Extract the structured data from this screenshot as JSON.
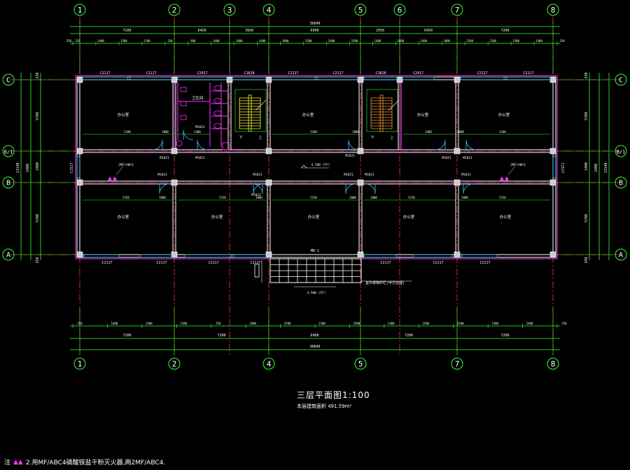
{
  "drawing": {
    "title": "三层平面图1:100",
    "area_note": "本层建筑面积 491.59m²",
    "footnote_prefix": "注",
    "footnote_text": "2.用MF/ABC4磷酸铵盐干粉灭火器,两2MF/ABC4.",
    "outlet_note": "室外楼梯护栏(甲方自理)",
    "overall_dim": "36840"
  },
  "axes": {
    "top": [
      "1",
      "2",
      "3",
      "4",
      "5",
      "6",
      "7",
      "8"
    ],
    "bottom": [
      "1",
      "2",
      "4",
      "5",
      "7",
      "8"
    ],
    "left": [
      "C",
      "B/1",
      "B",
      "A"
    ],
    "right": [
      "C",
      "B/1",
      "B",
      "A"
    ]
  },
  "dims_top": {
    "bays": [
      "7200",
      "6450",
      "3950",
      "6900",
      "2950",
      "6450",
      "7200"
    ],
    "detail": [
      "250",
      "1400",
      "1500",
      "2100",
      "250",
      "900",
      "1400",
      "1000",
      "1400",
      "1000",
      "1500",
      "2400",
      "1500",
      "1400",
      "1000",
      "1400",
      "1000",
      "1500",
      "2100",
      "1500",
      "1400",
      "250"
    ]
  },
  "dims_bottom": {
    "bays": [
      "7200",
      "7200",
      "6900",
      "7200",
      "7200"
    ],
    "detail": [
      "250",
      "1400",
      "1500",
      "2100",
      "250",
      "1400",
      "1500",
      "2100",
      "1500",
      "2400",
      "1500",
      "2100",
      "1500",
      "1400",
      "250"
    ]
  },
  "dims_side": [
    "250",
    "5700",
    "2400",
    "5700",
    "250",
    "13140",
    "2400"
  ],
  "windows_top": [
    "C2117",
    "C2117",
    "C2417",
    "C1818",
    "C2117",
    "C2117",
    "C1818",
    "C2417",
    "C2117",
    "C2117"
  ],
  "windows_bottom": [
    "C2117",
    "C2117",
    "C2117",
    "C2117",
    "C2117",
    "C2117",
    "C2117"
  ],
  "side_windows": [
    "C1517",
    "C1517"
  ],
  "doors": [
    "M1021",
    "M1021",
    "M1021",
    "M1021",
    "M1021",
    "M1021",
    "M1021",
    "M1021",
    "M1021",
    "M1021",
    "M1021",
    "M1021"
  ],
  "room_names": {
    "office": "办公室",
    "toilet": "卫生间"
  },
  "labels": {
    "corridor_level": "4.500 (FF)",
    "lower_level": "4.500 (FF)",
    "extinguisher": "2MF/ABC4",
    "door_md": "MD-1",
    "stair_down": "下",
    "stair_up": "上"
  },
  "colors": {
    "axis_red": "#ff3333",
    "wall_magenta": "#ff33ff",
    "wall_white": "#ffffff",
    "dim_green": "#33ff33",
    "window_cyan": "#33ccff",
    "stair_yellow": "#ffff33",
    "stair_orange": "#ff9933",
    "bubble_green": "#33ff33",
    "text_white": "#ffffff"
  }
}
